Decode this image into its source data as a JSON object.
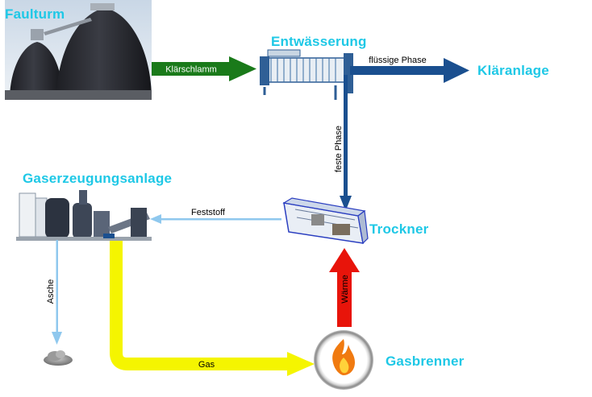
{
  "nodes": {
    "faulturm": "Faulturm",
    "entwaesserung": "Entwässerung",
    "klaeranlage": "Kläranlage",
    "gaserzeugung": "Gaserzeugungsanlage",
    "trockner": "Trockner",
    "gasbrenner": "Gasbrenner"
  },
  "flows": {
    "klaerschlamm": "Klärschlamm",
    "fluessige_phase": "flüssige Phase",
    "feste_phase": "feste Phase",
    "feststoff": "Feststoff",
    "asche": "Asche",
    "gas": "Gas",
    "waerme": "Wärme"
  },
  "colors": {
    "title": "#1ec8e6",
    "sludge_arrow": "#1a7a1a",
    "water_arrow": "#1a4f8f",
    "solid_arrow": "#8fc8ee",
    "gas_arrow": "#f5f500",
    "heat_arrow": "#e8140a"
  }
}
